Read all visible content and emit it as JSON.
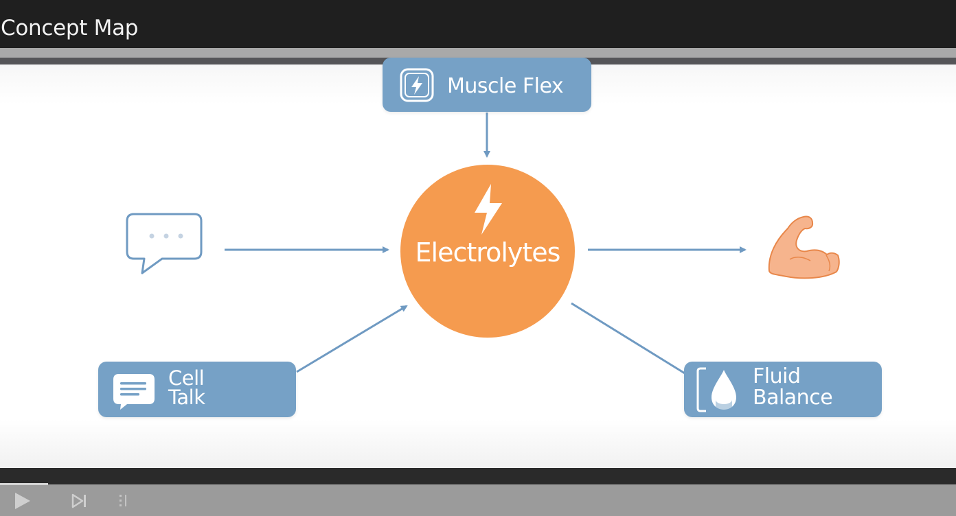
{
  "window": {
    "title": "Concept Map"
  },
  "diagram": {
    "center": {
      "label": "Electrolytes",
      "icon": "lightning-bolt-icon",
      "color": "#f59b4f"
    },
    "nodes": [
      {
        "id": "muscle-flex",
        "label": "Muscle Flex",
        "icon": "lightning-bolt-icon"
      },
      {
        "id": "cell-talk",
        "label": "Cell\nTalk",
        "icon": "chat-message-icon"
      },
      {
        "id": "fluid-balance",
        "label": "Fluid\nBalance",
        "icon": "water-drop-icon"
      }
    ],
    "side_icons": [
      "speech-bubble-icon",
      "flexed-arm-icon"
    ],
    "colors": {
      "node": "#76a1c6",
      "line": "#6f9ac2",
      "accent": "#f59b4f"
    }
  },
  "player_controls": {
    "icons": [
      "play-icon",
      "next-icon",
      "chapters-icon"
    ]
  }
}
